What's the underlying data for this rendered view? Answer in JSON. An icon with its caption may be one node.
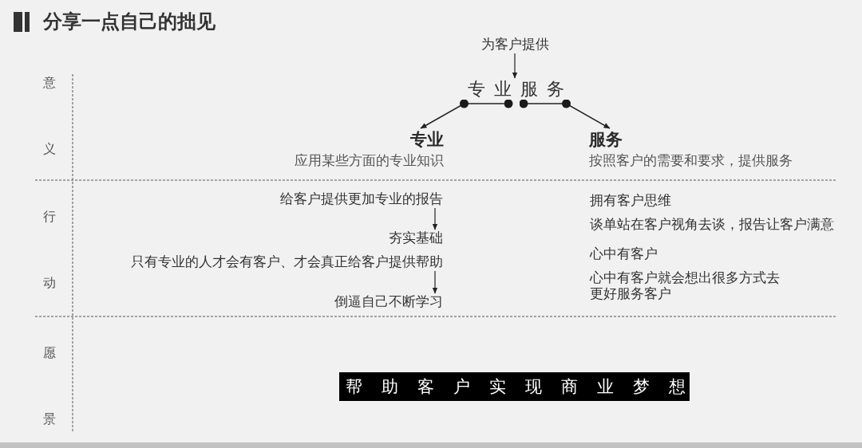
{
  "diagram": {
    "title": "分享一点自己的拙见",
    "nodes": [
      {
        "text": [
          "为客户提供"
        ]
      },
      {
        "text": [
          "专业服务"
        ]
      },
      {
        "text": [
          "专业",
          "应用某些方面的专业知识"
        ]
      },
      {
        "text": [
          "服务",
          "按照客户的需要和要求，提供服务"
        ]
      },
      {
        "text": [
          "给客户提供更加专业的报告"
        ]
      },
      {
        "text": [
          "夯实基础"
        ]
      },
      {
        "text": [
          "只有专业的人才会有客户、才会真正给客户提供帮助"
        ]
      },
      {
        "text": [
          "倒逼自己不断学习"
        ]
      },
      {
        "text": [
          "帮助客户实现商业梦想"
        ]
      }
    ],
    "edges": [
      {
        "from": 0,
        "to": 1,
        "arrow": "to"
      },
      {
        "from": 1,
        "to": 2,
        "arrow": "to"
      },
      {
        "from": 1,
        "to": 3,
        "arrow": "to"
      },
      {
        "from": 4,
        "to": 5,
        "arrow": "to"
      },
      {
        "from": 6,
        "to": 7,
        "arrow": "to"
      }
    ],
    "labels": [
      "意",
      "义",
      "行",
      "动",
      "拥有客户思维",
      "谈单站在客户视角去谈，报告让客户满意",
      "心中有客户",
      "心中有客户就会想出很多方式去更好服务客户",
      "愿",
      "景"
    ]
  }
}
